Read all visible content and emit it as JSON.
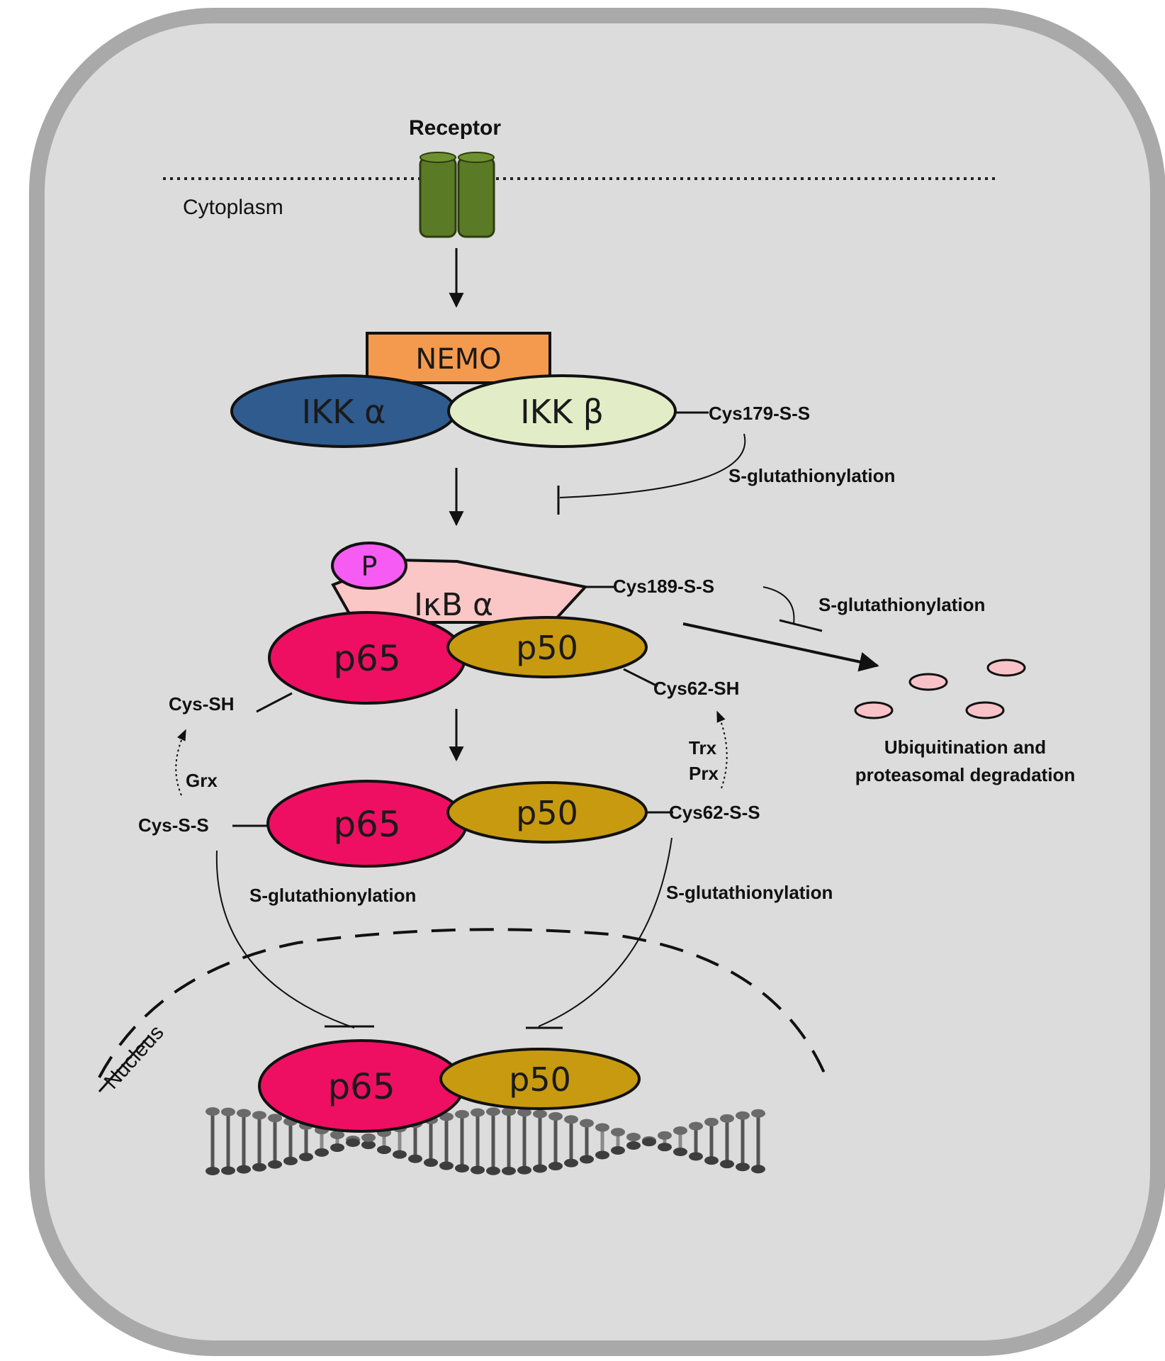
{
  "labels": {
    "receptor": "Receptor",
    "cytoplasm": "Cytoplasm",
    "nemo": "NEMO",
    "ikk_alpha": "IKK α",
    "ikk_beta": "IKK β",
    "cys179": "Cys179-S-S",
    "sglut_1": "S-glutathionylation",
    "p": "P",
    "ikb_alpha": "IκB α",
    "cys189": "Cys189-S-S",
    "sglut_2": "S-glutathionylation",
    "p65_a": "p65",
    "p50_a": "p50",
    "cys_sh": "Cys-SH",
    "cys62_sh": "Cys62-SH",
    "ubiq_1": "Ubiquitination  and",
    "ubiq_2": "proteasomal degradation",
    "grx": "Grx",
    "trx": "Trx",
    "prx": "Prx",
    "cys_ss": "Cys-S-S",
    "p65_b": "p65",
    "p50_b": "p50",
    "cys62_ss": "Cys62-S-S",
    "sglut_3": "S-glutathionylation",
    "sglut_4": "S-glutathionylation",
    "nucleus": "Nucleus",
    "p65_c": "p65",
    "p50_c": "p50"
  },
  "colors": {
    "cell_fill": "#dcdcdc",
    "cell_border": "#a9a9a9",
    "receptor": "#5a7a26",
    "nemo": "#f49a4e",
    "ikk_alpha": "#2f5b8f",
    "ikk_beta": "#e2edc8",
    "phospho": "#f65cf4",
    "ikb": "#fbc6c6",
    "p65": "#ee0f62",
    "p50": "#c89a10",
    "fragment": "#f8c3c8"
  }
}
